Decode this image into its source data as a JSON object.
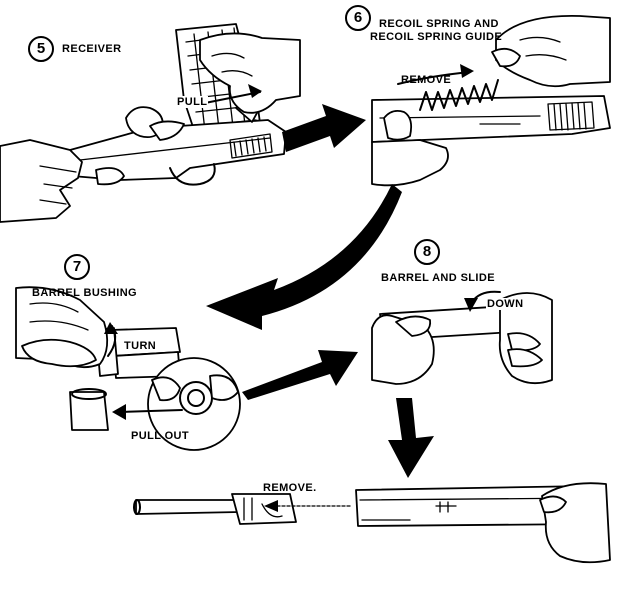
{
  "steps": [
    {
      "number": "5",
      "label": "RECEIVER",
      "action": "PULL"
    },
    {
      "number": "6",
      "label_line1": "RECOIL SPRING AND",
      "label_line2": "RECOIL SPRING GUIDE",
      "action": "REMOVE"
    },
    {
      "number": "7",
      "label": "BARREL BUSHING",
      "action_turn": "TURN",
      "action_pull": "PULL OUT"
    },
    {
      "number": "8",
      "label": "BARREL AND SLIDE",
      "action_down": "DOWN",
      "action_remove": "REMOVE."
    }
  ]
}
